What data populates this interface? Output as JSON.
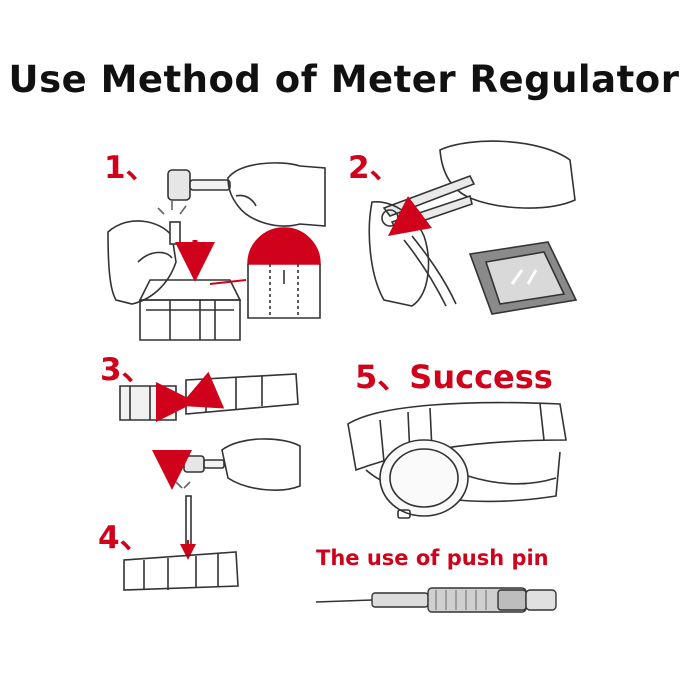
{
  "title": "Use Method of Meter Regulator",
  "steps": {
    "s1": "1、",
    "s2": "2、",
    "s3": "3、",
    "s4": "4、",
    "s5": "5、Success"
  },
  "pushpin_label": "The use of push pin",
  "colors": {
    "accent": "#d0021b",
    "ink": "#111111",
    "line": "#333333"
  },
  "icons": [
    "hammer-icon",
    "pliers-icon",
    "watch-icon",
    "push-pin-tool-icon",
    "arrow-icon"
  ]
}
